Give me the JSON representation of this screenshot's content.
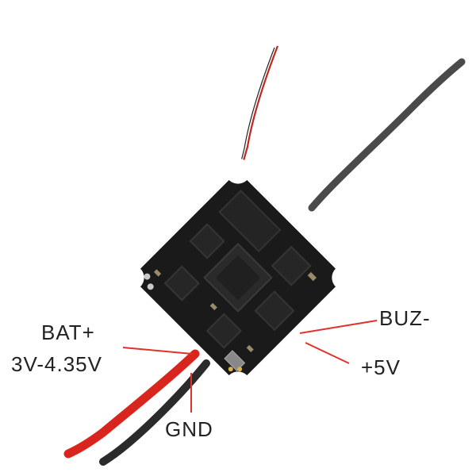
{
  "labels": {
    "bat_plus": "BAT+",
    "voltage": "3V-4.35V",
    "gnd": "GND",
    "buz_minus": "BUZ-",
    "plus_5v": "+5V"
  },
  "colors": {
    "pcb": "#1a1a1a",
    "callout_line": "#e0322a",
    "wire_red": "#d8261f",
    "wire_black": "#2b2b2b",
    "antenna_grey": "#4a4a4a"
  }
}
